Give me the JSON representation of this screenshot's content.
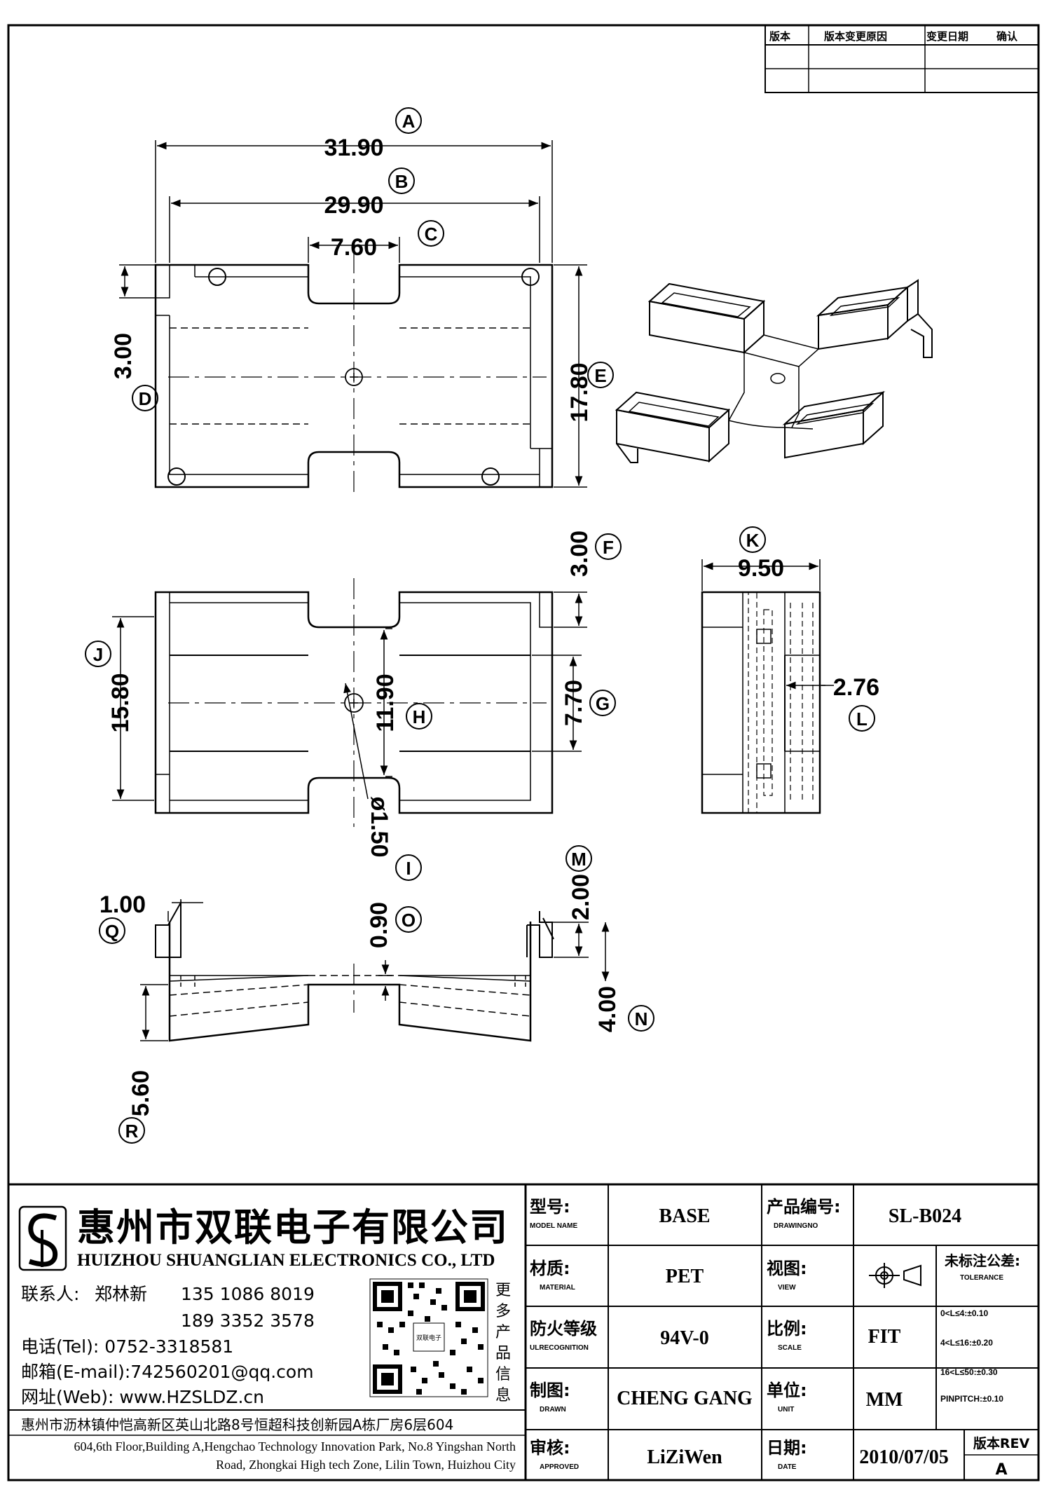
{
  "revision_table": {
    "headers": [
      "版本",
      "版本变更原因",
      "变更日期",
      "确认"
    ]
  },
  "dimensions": {
    "A": "31.90",
    "B": "29.90",
    "C": "7.60",
    "D": "3.00",
    "E": "17.80",
    "F": "3.00",
    "G": "7.70",
    "H": "11.90",
    "I": "ø1.50",
    "J": "15.80",
    "K": "9.50",
    "L": "2.76",
    "M": "2.00",
    "N": "4.00",
    "O": "0.90",
    "Q": "1.00",
    "R": "5.60"
  },
  "callouts": [
    "A",
    "B",
    "C",
    "D",
    "E",
    "F",
    "G",
    "H",
    "I",
    "J",
    "K",
    "L",
    "M",
    "N",
    "O",
    "Q",
    "R"
  ],
  "company": {
    "name_cn": "惠州市双联电子有限公司",
    "name_en": "HUIZHOU SHUANGLIAN ELECTRONICS CO., LTD",
    "contact_label": "联系人:",
    "contact_name": "郑林新",
    "phone1": "135 1086 8019",
    "phone2": "189 3352 3578",
    "tel": "电话(Tel): 0752-3318581",
    "email": "邮箱(E-mail):742560201@qq.com",
    "web": "网址(Web): www.HZSLDZ.cn",
    "qr_side_text": [
      "更",
      "多",
      "产",
      "品",
      "信",
      "息"
    ],
    "qr_center": "双联电子",
    "address_cn": "惠州市沥林镇仲恺高新区英山北路8号恒超科技创新园A栋厂房6层604",
    "address_en_line1": "604,6th Floor,Building A,Hengchao Technology Innovation Park, No.8 Yingshan North",
    "address_en_line2": "Road, Zhongkai High tech Zone, Lilin Town, Huizhou City"
  },
  "title_block": {
    "model_label": "型号:",
    "model_sub": "MODEL NAME",
    "model": "BASE",
    "drawing_label": "产品编号:",
    "drawing_sub": "DRAWINGNO",
    "drawing_no": "SL-B024",
    "material_label": "材质:",
    "material_sub": "MATERIAL",
    "material": "PET",
    "view_label": "视图:",
    "view_sub": "VIEW",
    "tolerance_label": "未标注公差:",
    "tolerance_sub": "TOLERANCE",
    "tolerances": [
      "0<L≤4:±0.10",
      "4<L≤16:±0.20",
      "16<L≤50:±0.30",
      "PINPITCH:±0.10"
    ],
    "flame_label": "防火等级",
    "flame_sub": "ULRECOGNITION",
    "flame": "94V-0",
    "scale_label": "比例:",
    "scale_sub": "SCALE",
    "scale": "FIT",
    "drawn_label": "制图:",
    "drawn_sub": "DRAWN",
    "drawn": "CHENG GANG",
    "unit_label": "单位:",
    "unit_sub": "UNIT",
    "unit": "MM",
    "approved_label": "审核:",
    "approved_sub": "APPROVED",
    "approved": "LiZiWen",
    "date_label": "日期:",
    "date_sub": "DATE",
    "date": "2010/07/05",
    "rev_label": "版本REV",
    "rev": "A"
  }
}
